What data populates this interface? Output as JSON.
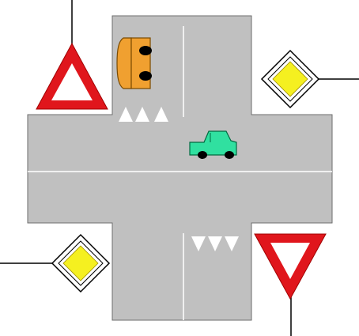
{
  "scene": {
    "background_color": "#ffffff",
    "road_color": "#c0c0c0",
    "road_edge_color": "#6e6e6e",
    "lane_line_color": "#ffffff",
    "yield_line_color": "#ffffff"
  },
  "signs": [
    {
      "id": "yield-sign-top-left",
      "type": "yield",
      "orientation": "up",
      "fill": "#ffffff",
      "border": "#e0161c"
    },
    {
      "id": "priority-road-sign-top-right",
      "type": "priority-road",
      "fill": "#f5f020",
      "border": "#ffffff"
    },
    {
      "id": "priority-road-sign-bottom-left",
      "type": "priority-road",
      "fill": "#f5f020",
      "border": "#ffffff"
    },
    {
      "id": "yield-sign-bottom-right",
      "type": "yield",
      "orientation": "down",
      "fill": "#ffffff",
      "border": "#e0161c"
    }
  ],
  "vehicles": [
    {
      "id": "orange-car",
      "color": "#f0a030",
      "heading": "south"
    },
    {
      "id": "green-car",
      "color": "#30e0a0",
      "heading": "east"
    }
  ]
}
